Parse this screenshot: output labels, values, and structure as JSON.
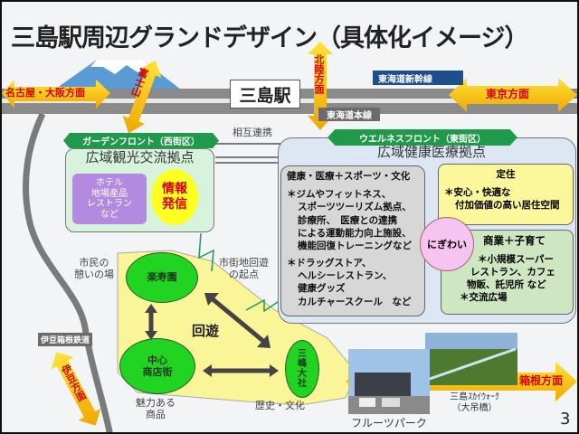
{
  "title": "三島駅周辺グランドデザイン（具体化イメージ）",
  "station": "三島駅",
  "rail": {
    "shinkansen": "東海道新幹線",
    "honsen": "東海道本線",
    "izu_hakone": "伊豆箱根鉄道"
  },
  "directions": {
    "nagoya_osaka": "名古屋・大阪方面",
    "fuji": "富士山",
    "hokuriku": "北陸方面",
    "tokyo": "東京方面",
    "izu": "伊豆方面",
    "hakone": "箱根方面"
  },
  "link_label": "相互連携",
  "garden": {
    "banner": "ガーデンフロント（西街区）",
    "title": "広域観光交流拠点",
    "purple_lines": [
      "ホテル",
      "地場産品",
      "レストラン",
      "など"
    ],
    "info_lines": [
      "情報",
      "発信"
    ]
  },
  "wellness": {
    "banner": "ウエルネスフロント（東街区）",
    "title": "広域健康医療拠点",
    "health": {
      "heading": "健康・医療＋スポーツ・文化",
      "items1": [
        "＊ジムやフィットネス、",
        "スポーツツーリズム拠点、",
        "診療所、　医療との連携",
        "による運動能力向上施設、",
        "機能回復トレーニングなど"
      ],
      "items2": [
        "＊ドラッグストア、",
        "ヘルシーレストラン、",
        "健康グッズ",
        "カルチャースクール　など"
      ]
    },
    "residence": {
      "heading": "定住",
      "lines": [
        "＊安心・快適な",
        "付加価値の高い居住空間"
      ]
    },
    "nigiwai": "にぎわい",
    "commerce": {
      "heading": "商業＋子育て",
      "lines": [
        "＊小規模スーパー",
        "レストラン、カフェ",
        "物販、託児所 など",
        "＊交流広場"
      ]
    }
  },
  "loop": {
    "rakujuen": "楽寿園",
    "shopping_lines": [
      "中心",
      "商店街"
    ],
    "taisha_lines": [
      "三",
      "嶋",
      "大",
      "社"
    ],
    "center": "回遊",
    "citizen_lines": [
      "市民の",
      "憩いの場"
    ],
    "start_lines": [
      "市街地回遊",
      "の起点"
    ],
    "goods_lines": [
      "魅力ある",
      "商品"
    ],
    "history": "歴史・文化"
  },
  "photos": {
    "fruit_park": "フルーツパーク",
    "skywalk_lines": [
      "三島ｽｶｲｳｫｰｸ",
      "（大吊橋）"
    ]
  },
  "page_number": "3"
}
